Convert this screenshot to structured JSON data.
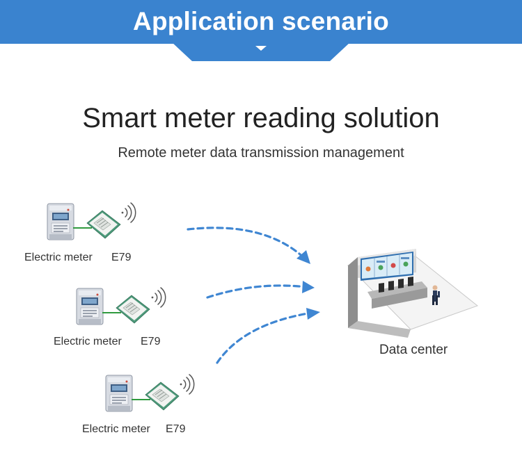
{
  "banner": {
    "title": "Application scenario"
  },
  "header": {
    "title": "Smart meter reading solution",
    "subtitle": "Remote meter data transmission management"
  },
  "nodes": [
    {
      "meter_label": "Electric meter",
      "module_label": "E79"
    },
    {
      "meter_label": "Electric meter",
      "module_label": "E79"
    },
    {
      "meter_label": "Electric meter",
      "module_label": "E79"
    }
  ],
  "destination": {
    "label": "Data center"
  },
  "colors": {
    "brand_blue": "#3a83cf",
    "arrow_blue": "#3f86d2",
    "module_green": "#4e9a7b",
    "wire_green": "#2f9a3e"
  }
}
